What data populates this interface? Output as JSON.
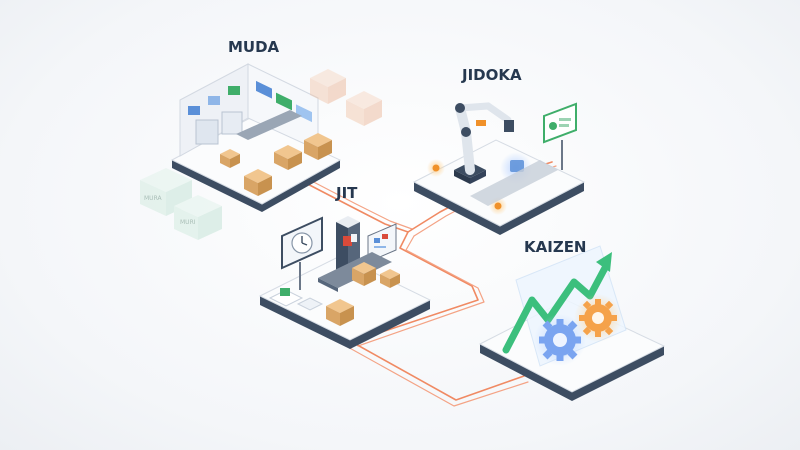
{
  "diagram": {
    "modules": {
      "muda": {
        "label": "MUDA"
      },
      "jit": {
        "label": "JIT"
      },
      "jidoka": {
        "label": "JIDOKA"
      },
      "kaizen": {
        "label": "KAIZEN"
      }
    },
    "ghost_blocks": {
      "mura": "MURA",
      "muri": "MURI"
    }
  },
  "colors": {
    "label_text": "#26384f",
    "platform_top": "#fbfcfd",
    "platform_side": "#3d4d62",
    "connector": "#f08a63",
    "box": "#e8b57a",
    "screen_accent": "#5a8fd8",
    "status_green": "#3fae6a",
    "trend_green": "#3cbf7d",
    "gear_blue": "#7aa4f0",
    "gear_orange": "#f5a24a",
    "robot_orange": "#f0912a"
  },
  "icons": {
    "muda": "factory-floor-icon",
    "jit": "clock-conveyor-icon",
    "jidoka": "robot-arm-icon",
    "kaizen": "rising-trend-gears-icon"
  }
}
